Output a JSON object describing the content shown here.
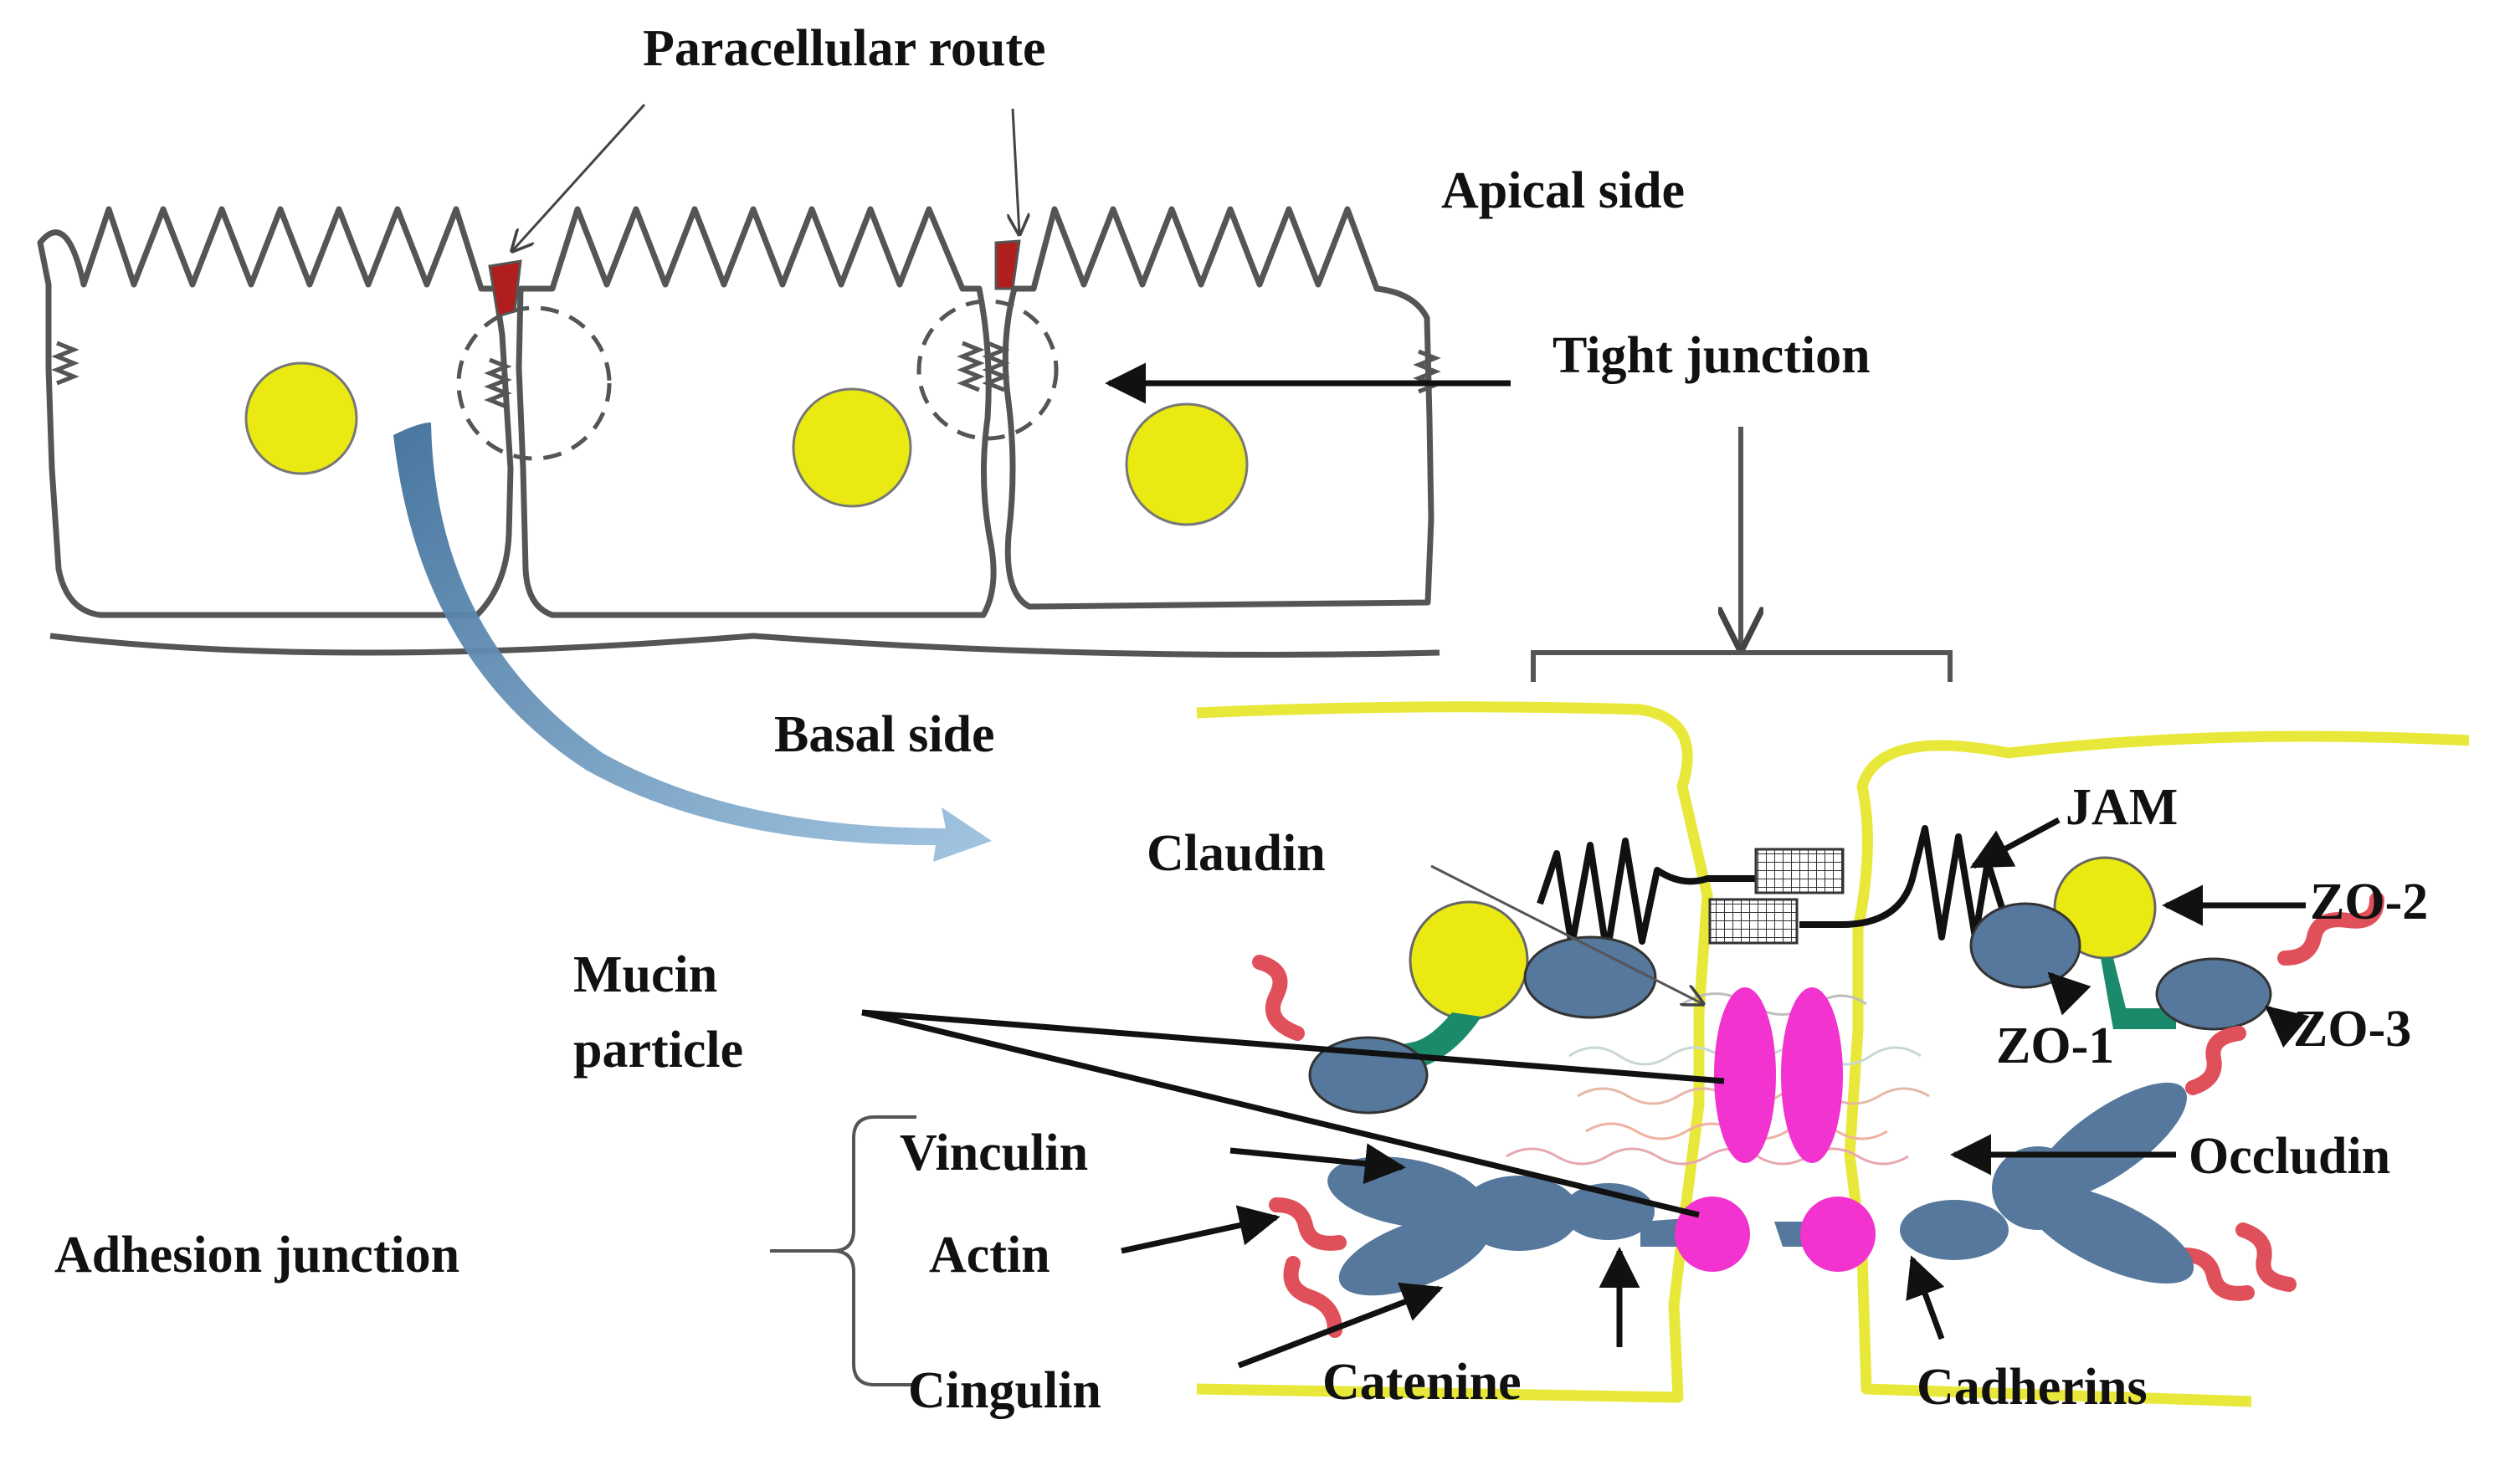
{
  "labels": {
    "paracellular_route": "Paracellular route",
    "apical_side": "Apical side",
    "tight_junction": "Tight junction",
    "basal_side": "Basal side",
    "jam": "JAM",
    "claudin": "Claudin",
    "zo2": "ZO-2",
    "zo1": "ZO-1",
    "zo3": "ZO-3",
    "mucin_line1": "Mucin",
    "mucin_line2": "particle",
    "occludin": "Occludin",
    "vinculin": "Vinculin",
    "adhesion_junction": "Adhesion junction",
    "actin": "Actin",
    "cingulin": "Cingulin",
    "catenine": "Catenine",
    "cadherins": "Cadherins"
  },
  "colors": {
    "membrane": "#E8E83A",
    "nucleus": "#EAEA12",
    "protein_blue": "#56789C",
    "mucin": "#F233CF",
    "actin_red": "#E0505A",
    "zo_linker": "#1A8A6A",
    "tj_seal": "#B01E1E",
    "cell_outline": "#555555",
    "flow_arrow": "#5B8DB8"
  }
}
